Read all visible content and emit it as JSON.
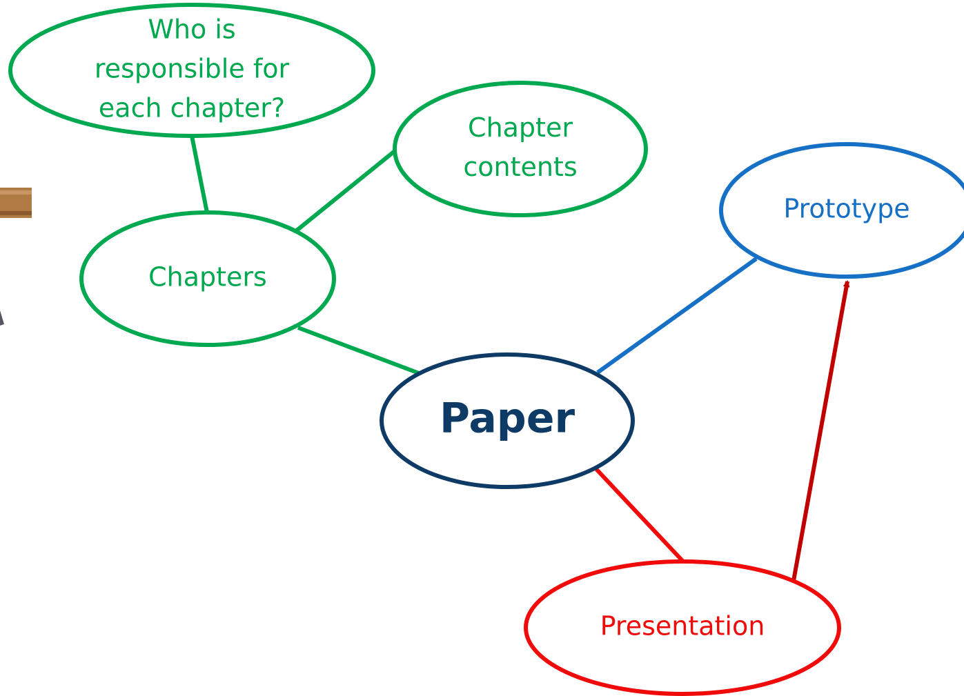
{
  "nodes": {
    "who": {
      "lines": [
        "Who is",
        "responsible for",
        "each chapter?"
      ],
      "color": "#00a84f"
    },
    "contents": {
      "lines": [
        "Chapter",
        "contents"
      ],
      "color": "#00a84f"
    },
    "chapters": {
      "lines": [
        "Chapters"
      ],
      "color": "#00a84f"
    },
    "paper": {
      "lines": [
        "Paper"
      ],
      "color": "#0d3b66"
    },
    "prototype": {
      "lines": [
        "Prototype"
      ],
      "color": "#1570c6"
    },
    "presentation": {
      "lines": [
        "Presentation"
      ],
      "color": "#f00a0a"
    }
  },
  "edges": [
    {
      "from": "chapters",
      "to": "who",
      "color": "#00a84f",
      "arrow": false
    },
    {
      "from": "chapters",
      "to": "contents",
      "color": "#00a84f",
      "arrow": false
    },
    {
      "from": "chapters",
      "to": "paper",
      "color": "#00a84f",
      "arrow": false
    },
    {
      "from": "paper",
      "to": "prototype",
      "color": "#1570c6",
      "arrow": false
    },
    {
      "from": "paper",
      "to": "presentation",
      "color": "#f00a0a",
      "arrow": false
    },
    {
      "from": "presentation",
      "to": "prototype",
      "color": "#c00000",
      "arrow": true
    }
  ],
  "decor": {
    "wood_color": "#b07a45",
    "person_color": "#5a5560"
  }
}
